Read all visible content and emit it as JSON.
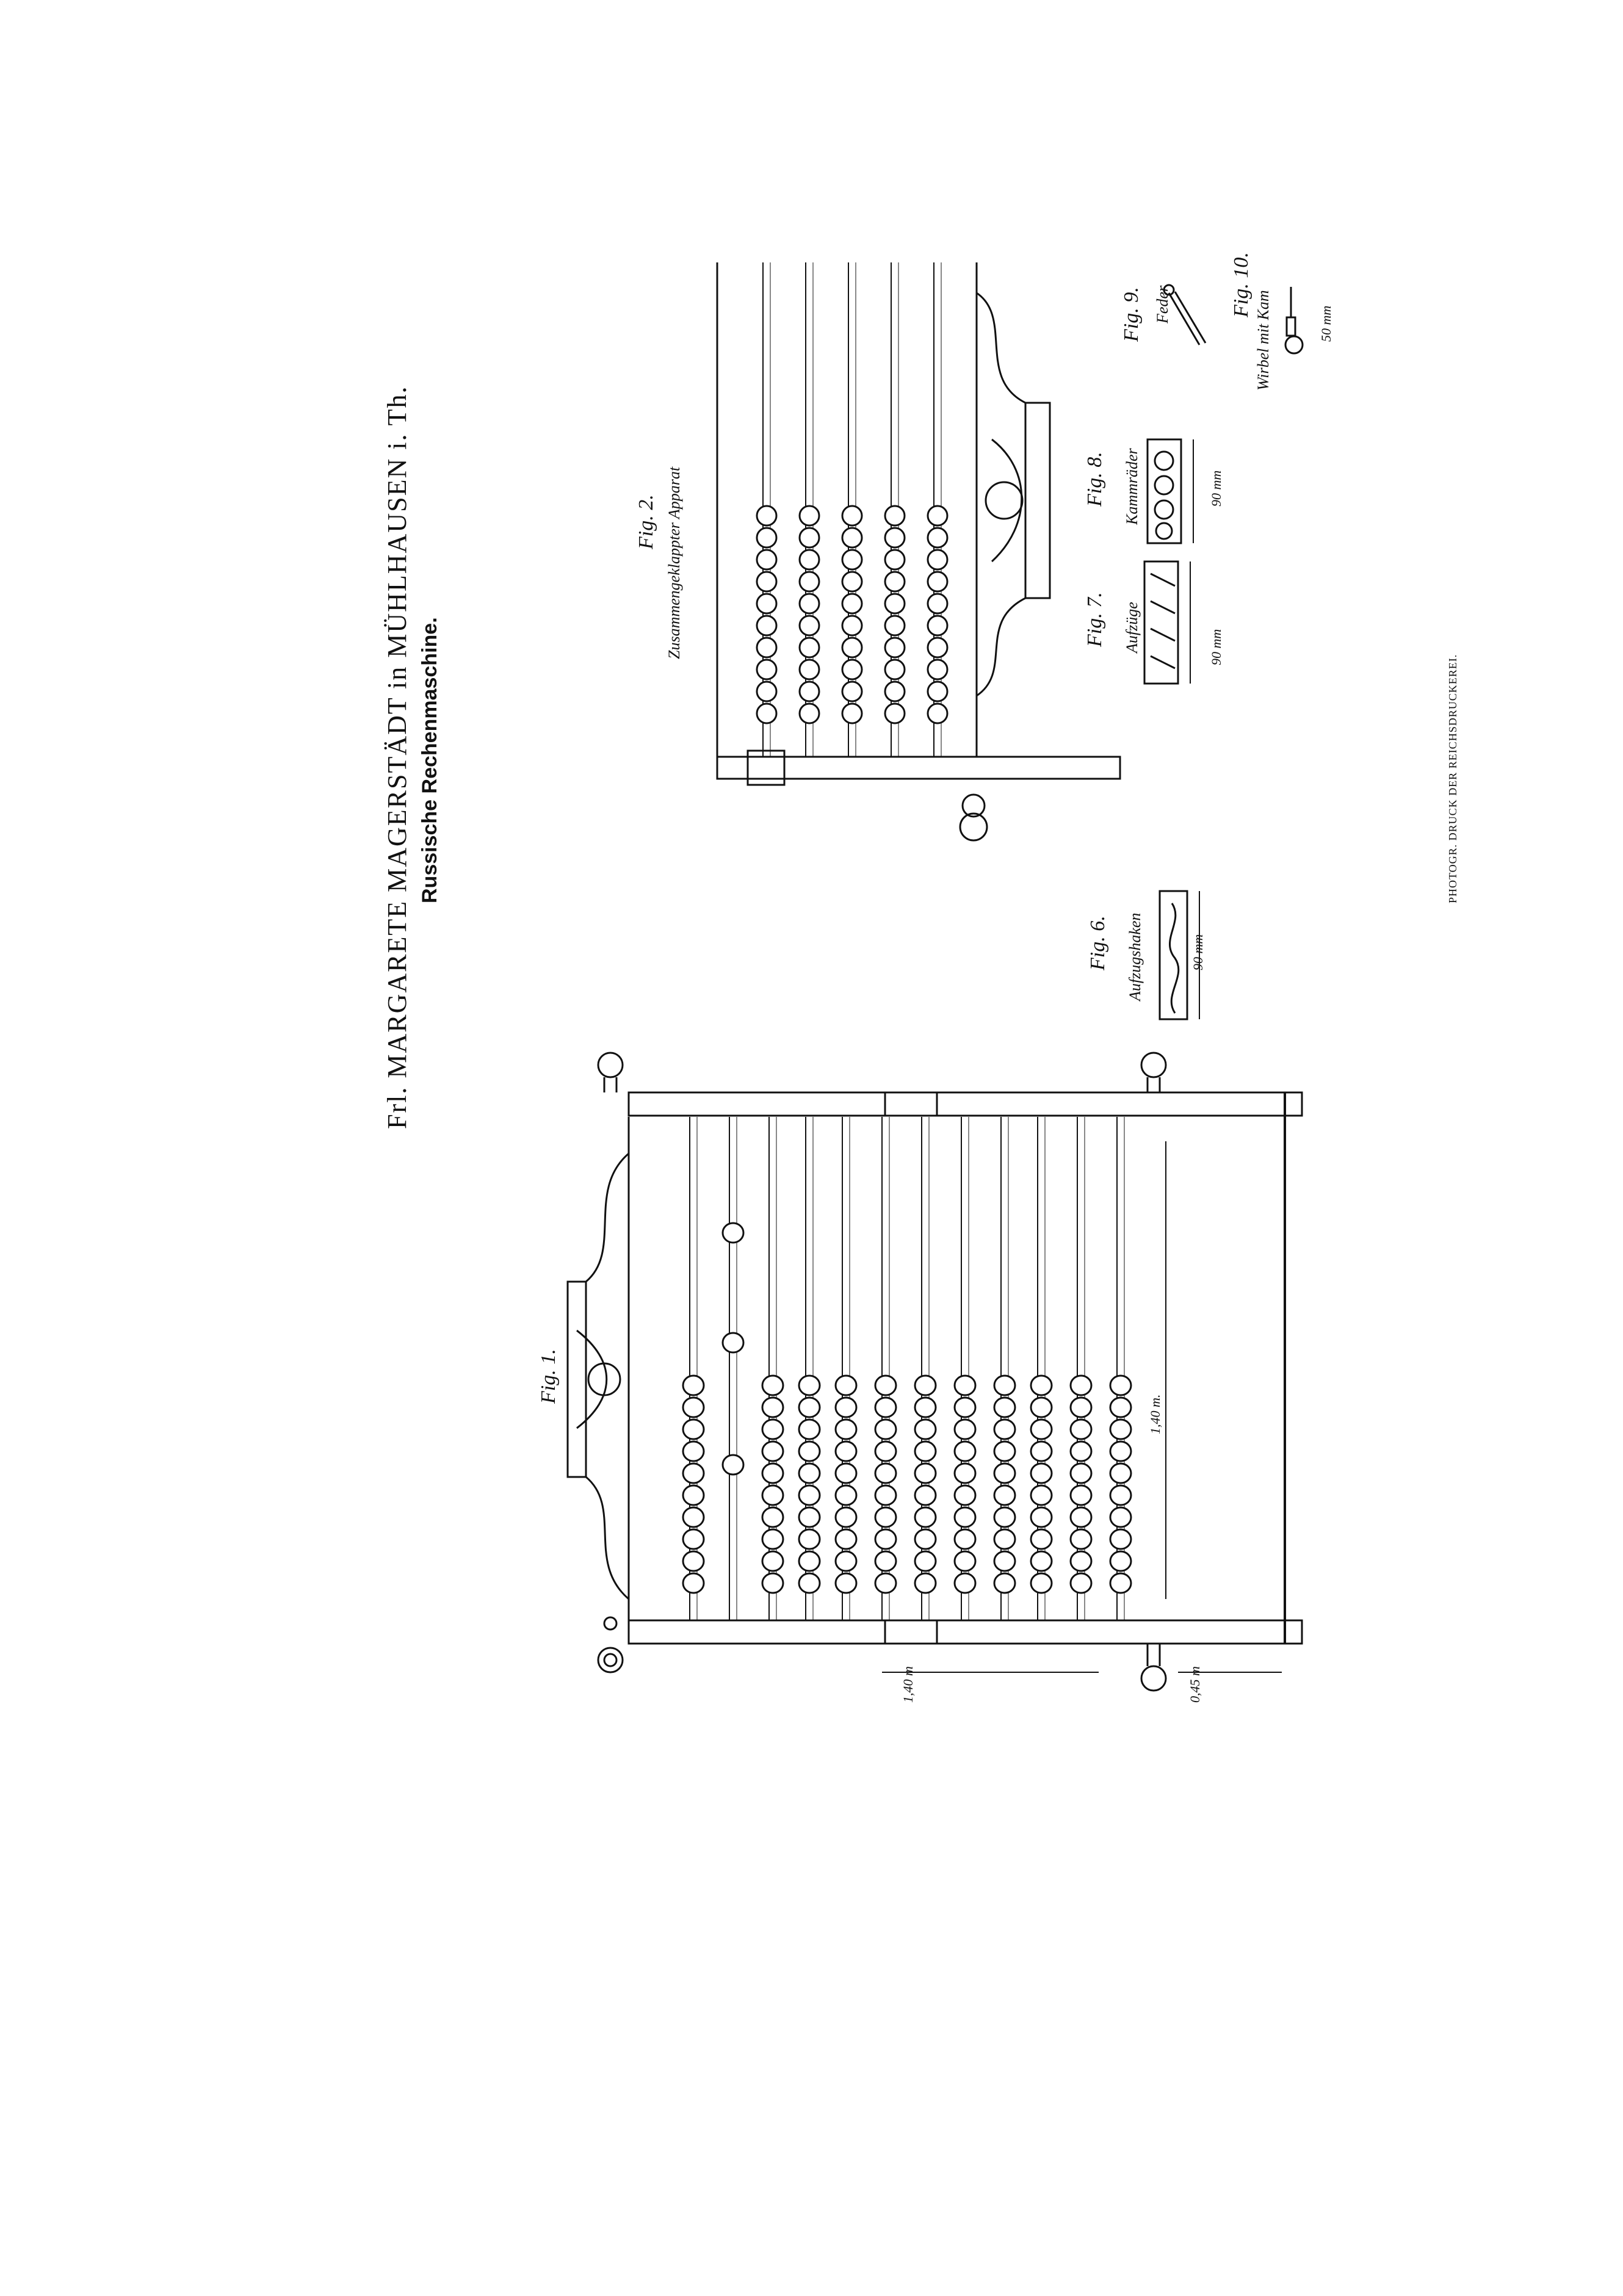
{
  "header": {
    "title": "Frl. MARGARETE MAGERSTÄDT in MÜHLHAUSEN i. Th.",
    "subtitle": "Russische Rechenmaschine."
  },
  "figures": {
    "fig1": {
      "label": "Fig. 1.",
      "dim_height": "1,40 m.",
      "dim_width_top": "1,40 m",
      "dim_width_bottom": "0,45 m"
    },
    "fig2": {
      "label": "Fig. 2.",
      "caption": "Zusammengeklappter Apparat"
    },
    "fig6": {
      "label": "Fig. 6.",
      "caption": "Aufzugshaken",
      "dim": "90 mm"
    },
    "fig7": {
      "label": "Fig. 7.",
      "caption": "Aufzüge",
      "dim": "90 mm"
    },
    "fig8": {
      "label": "Fig. 8.",
      "caption": "Kammräder",
      "dim": "90 mm"
    },
    "fig9": {
      "label": "Fig. 9.",
      "caption": "Feder"
    },
    "fig10": {
      "label": "Fig. 10.",
      "caption": "Wirbel mit Kam",
      "dim": "50 mm"
    }
  },
  "footer": {
    "printer": "PHOTOGR. DRUCK DER REICHSDRUCKEREI."
  }
}
